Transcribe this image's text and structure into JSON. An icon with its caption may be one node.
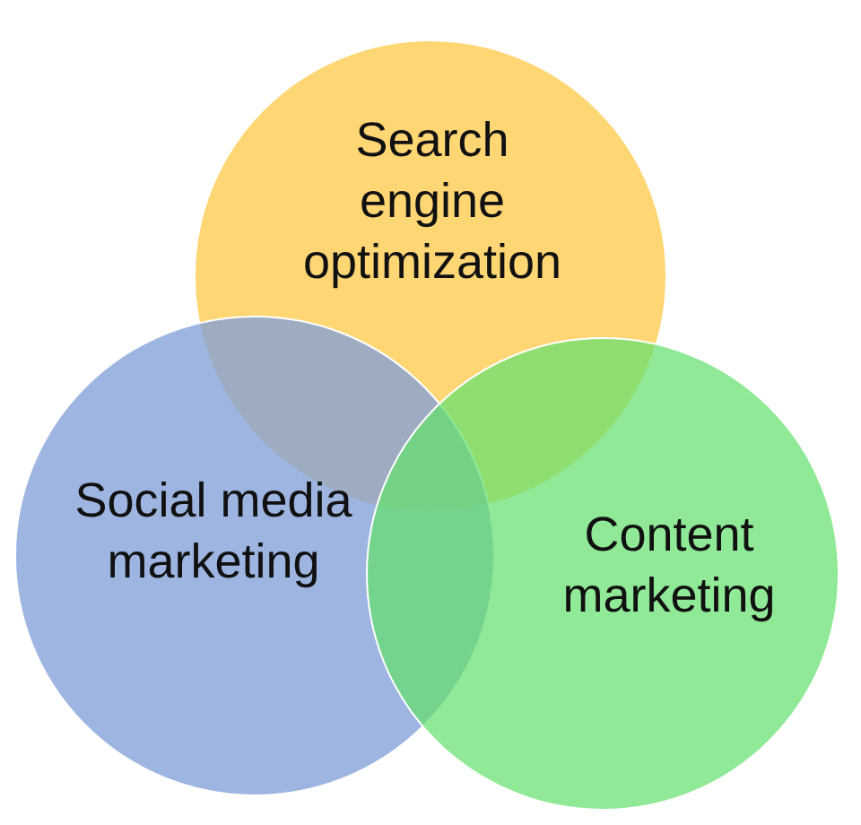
{
  "diagram": {
    "nodes": [
      {
        "text": [
          "Search engine optimization"
        ]
      },
      {
        "text": [
          "Social media marketing"
        ]
      },
      {
        "text": [
          "Content marketing"
        ]
      }
    ]
  }
}
